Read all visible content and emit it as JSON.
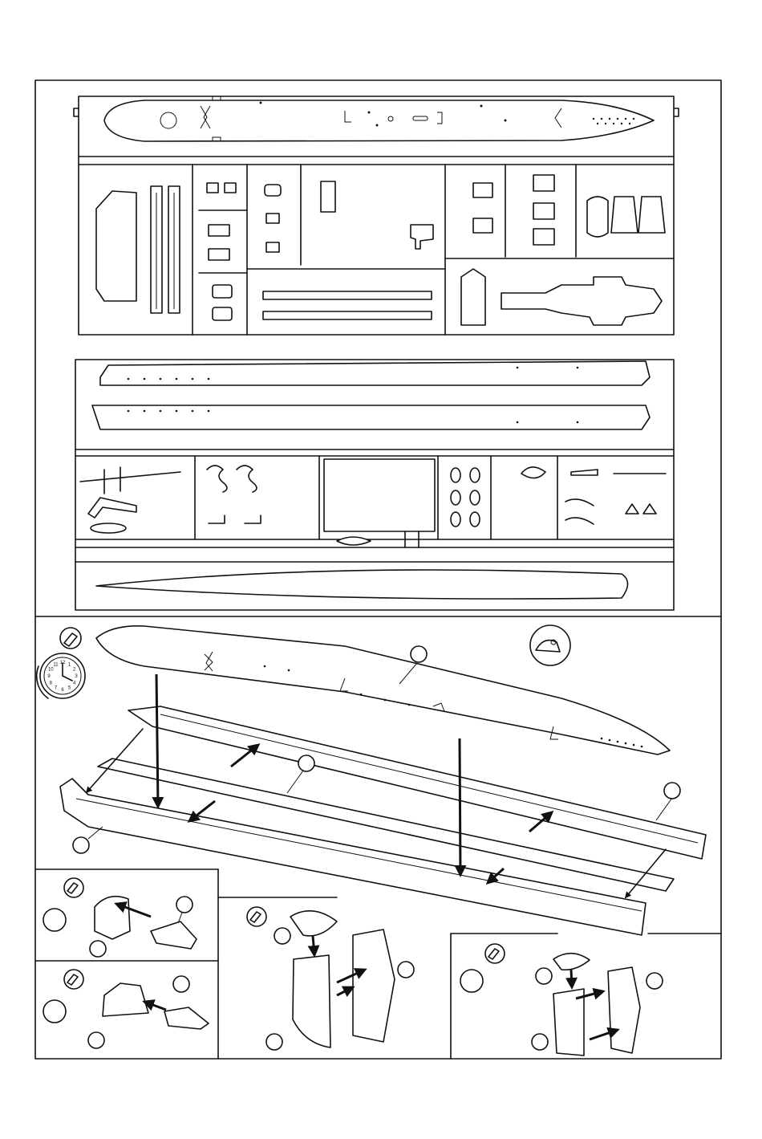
{
  "clock": {
    "labels": [
      "12",
      "1",
      "2",
      "3",
      "4",
      "5",
      "6",
      "7",
      "8",
      "9",
      "10",
      "11"
    ]
  },
  "icons": [
    "glue-icon",
    "glue-sparingly-icon",
    "clock-icon"
  ]
}
